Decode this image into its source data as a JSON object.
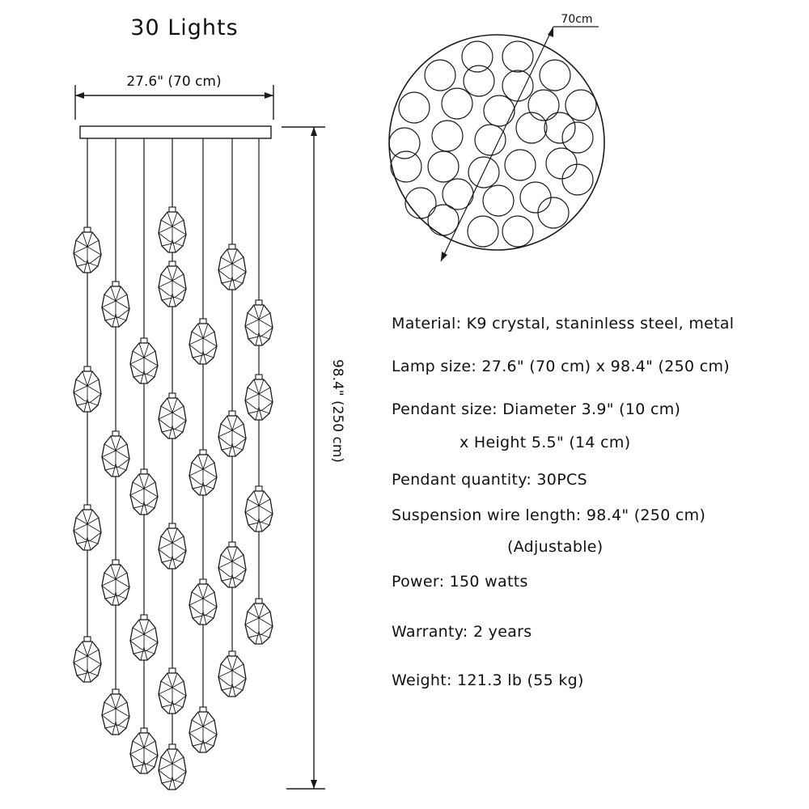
{
  "title": "30 Lights",
  "dimensions": {
    "width_label": "27.6\" (70 cm)",
    "height_label": "98.4\" (250 cm)",
    "diameter_label": "70cm"
  },
  "specs": {
    "material": "Material: K9 crystal, staninless steel, metal",
    "lamp_size": "Lamp size: 27.6\" (70 cm) x 98.4\" (250 cm)",
    "pendant_size_1": "Pendant size: Diameter 3.9\" (10 cm)",
    "pendant_size_2": "x Height 5.5\" (14 cm)",
    "pendant_quantity": "Pendant quantity: 30PCS",
    "suspension_1": "Suspension wire length: 98.4\" (250 cm)",
    "suspension_2": "(Adjustable)",
    "power": "Power: 150 watts",
    "warranty": "Warranty: 2 years",
    "weight": "Weight:  121.3 lb (55 kg)"
  },
  "colors": {
    "line": "#1a1a1a",
    "pendant_fill": "#ffffff",
    "background": "#ffffff"
  }
}
